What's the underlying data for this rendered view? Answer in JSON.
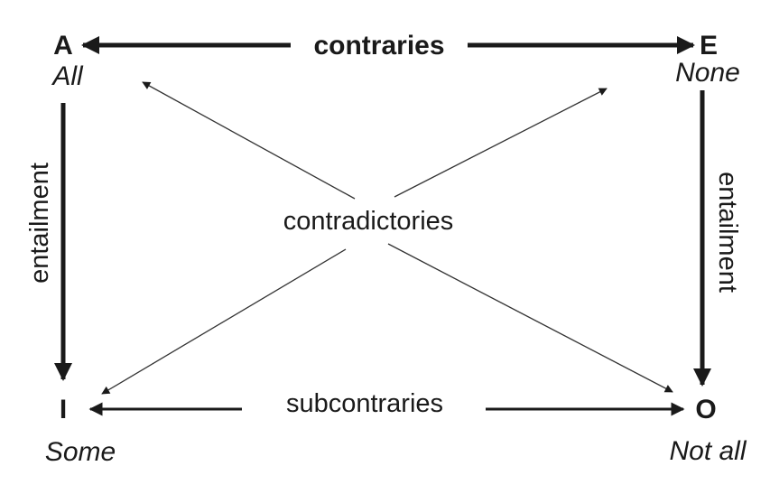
{
  "corners": {
    "a": {
      "letter": "A",
      "word": "All"
    },
    "e": {
      "letter": "E",
      "word": "None"
    },
    "i": {
      "letter": "I",
      "word": "Some"
    },
    "o": {
      "letter": "O",
      "word": "Not all"
    }
  },
  "relations": {
    "top": "contraries",
    "bottom": "subcontraries",
    "center": "contradictories",
    "left": "entailment",
    "right": "entailment"
  }
}
